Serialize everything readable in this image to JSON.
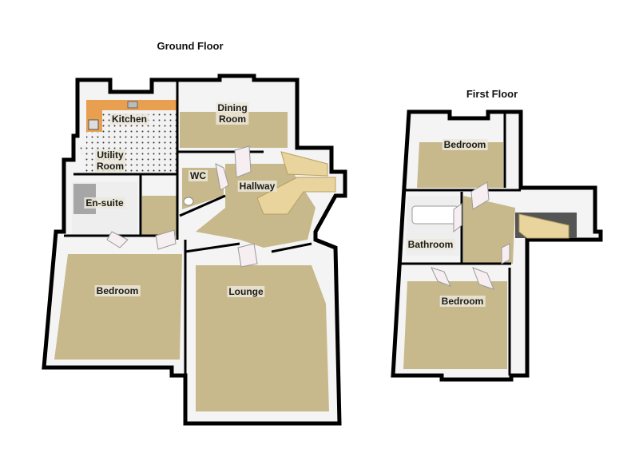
{
  "ground_floor": {
    "title": "Ground Floor",
    "rooms": {
      "kitchen": "Kitchen",
      "dining_room": "Dining\nRoom",
      "utility_room": "Utility\nRoom",
      "wc": "WC",
      "hallway": "Hallway",
      "en_suite": "En-suite",
      "bedroom": "Bedroom",
      "lounge": "Lounge"
    }
  },
  "first_floor": {
    "title": "First Floor",
    "rooms": {
      "bedroom_front": "Bedroom",
      "bathroom": "Bathroom",
      "bedroom_rear": "Bedroom"
    }
  },
  "colors": {
    "floor": "#c8b98c",
    "wall_outline": "#000000",
    "worktop": "#e8a050"
  }
}
